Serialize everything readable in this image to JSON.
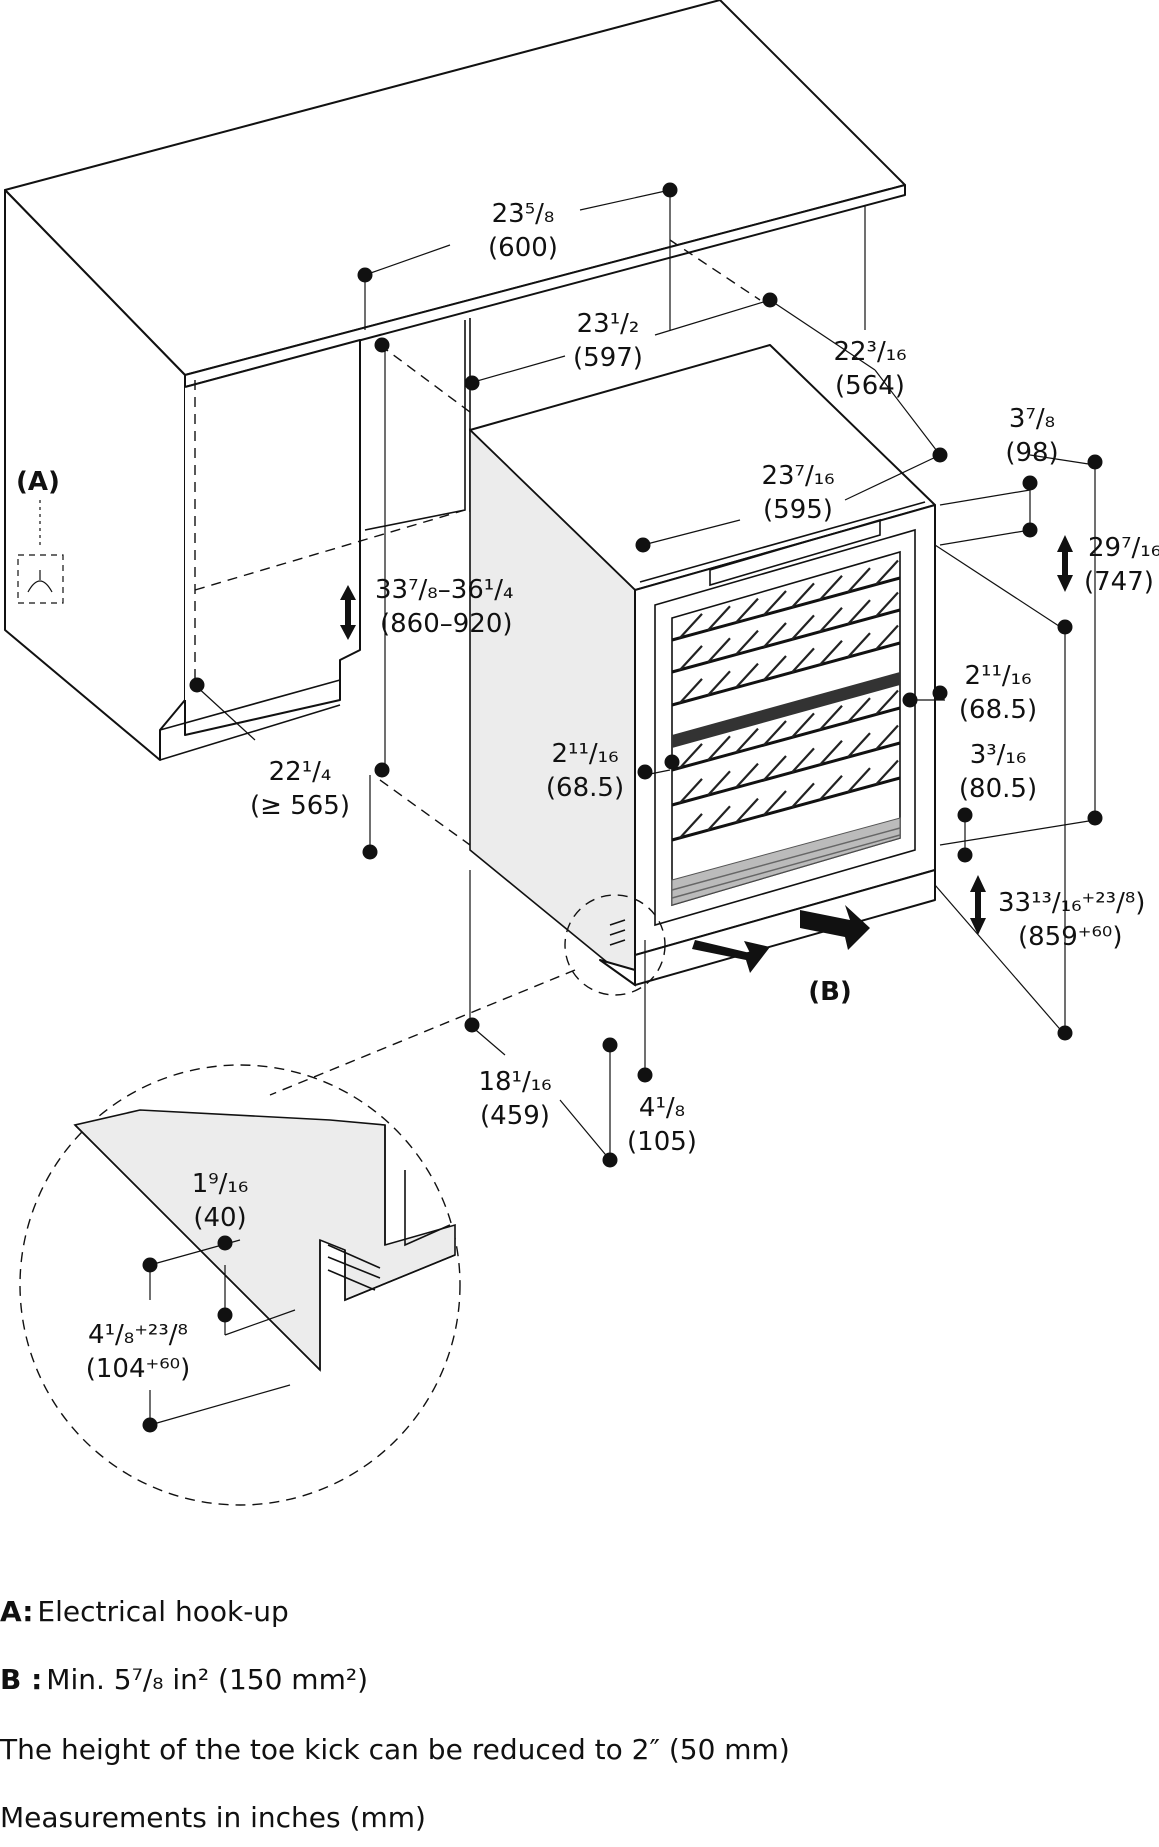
{
  "dimensions": {
    "cutout_width": {
      "value": "23⁵/₈",
      "mm": "(600)"
    },
    "appliance_width": {
      "value": "23¹/₂",
      "mm": "(597)"
    },
    "appliance_depth": {
      "value": "22³/₁₆",
      "mm": "(564)"
    },
    "door_width": {
      "value": "23⁷/₁₆",
      "mm": "(595)"
    },
    "top_gap": {
      "value": "3⁷/₈",
      "mm": "(98)"
    },
    "door_height": {
      "value": "29⁷/₁₆",
      "mm": "(747)"
    },
    "niche_height": {
      "value": "33⁷/₈–36¹/₄",
      "mm": "(860–920)"
    },
    "side_frame_right": {
      "value": "2¹¹/₁₆",
      "mm": "(68.5)"
    },
    "side_frame_left": {
      "value": "2¹¹/₁₆",
      "mm": "(68.5)"
    },
    "bottom_gap": {
      "value": "3³/₁₆",
      "mm": "(80.5)"
    },
    "appliance_height": {
      "value": "33¹³/₁₆⁺²³/⁸)",
      "mm": "(859⁺⁶⁰)"
    },
    "niche_depth": {
      "value": "22¹/₄",
      "mm": "(≥ 565)"
    },
    "side_depth": {
      "value": "18¹/₁₆",
      "mm": "(459)"
    },
    "toe_kick_depth": {
      "value": "4¹/₈",
      "mm": "(105)"
    },
    "detail_toe_recess": {
      "value": "1⁹/₁₆",
      "mm": "(40)"
    },
    "detail_toe_height": {
      "value": "4¹/₈⁺²³/⁸",
      "mm": "(104⁺⁶⁰)"
    }
  },
  "markers": {
    "a": "(A)",
    "b": "(B)"
  },
  "legend": {
    "a_key": "A:",
    "a_text": "Electrical hook-up",
    "b_key": "B :",
    "b_text": "Min. 5⁷/₈ in² (150 mm²)",
    "note_toe_kick": "The height of the toe kick can be reduced to 2″ (50 mm)",
    "note_units": "Measurements in inches (mm)"
  }
}
